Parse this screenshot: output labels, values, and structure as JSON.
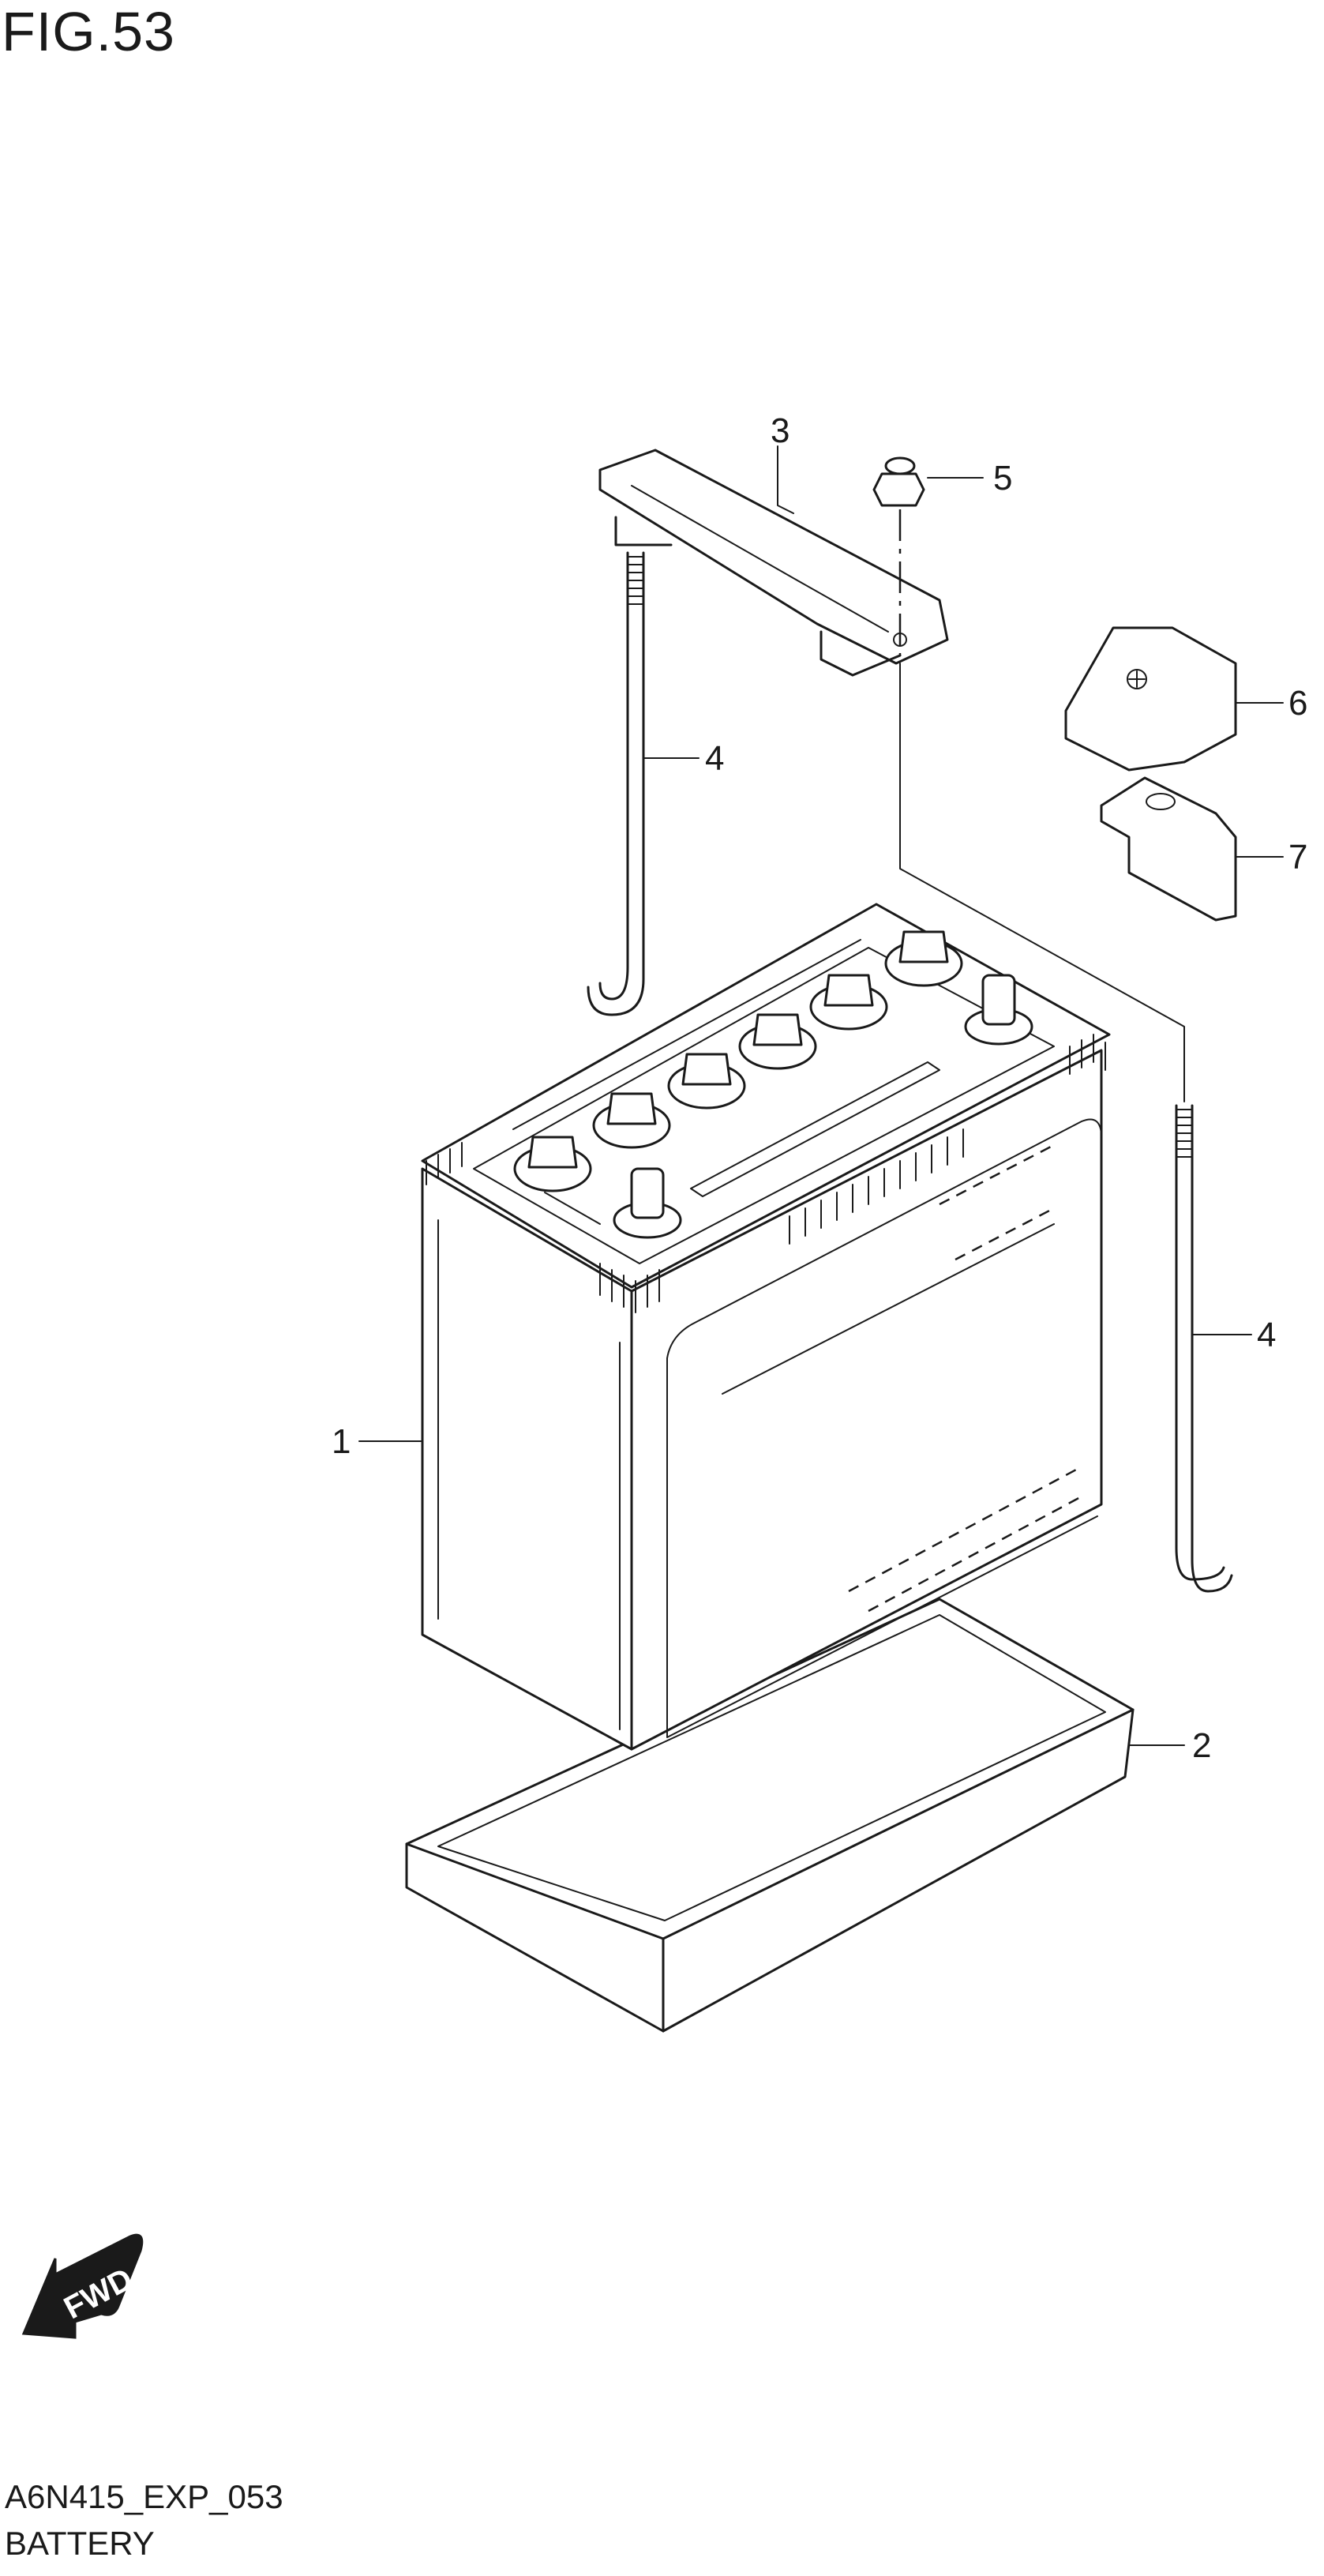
{
  "figure": {
    "title": "FIG.53",
    "code": "A6N415_EXP_053",
    "caption": "BATTERY"
  },
  "callouts": [
    {
      "id": "1",
      "part": "battery"
    },
    {
      "id": "2",
      "part": "battery-tray"
    },
    {
      "id": "3",
      "part": "battery-holder"
    },
    {
      "id": "4",
      "part": "rod-left"
    },
    {
      "id": "4",
      "part": "rod-right"
    },
    {
      "id": "5",
      "part": "nut"
    },
    {
      "id": "6",
      "part": "terminal-cover"
    },
    {
      "id": "7",
      "part": "terminal"
    }
  ],
  "direction_indicator": {
    "label": "FWD",
    "icon": "arrow-icon"
  }
}
